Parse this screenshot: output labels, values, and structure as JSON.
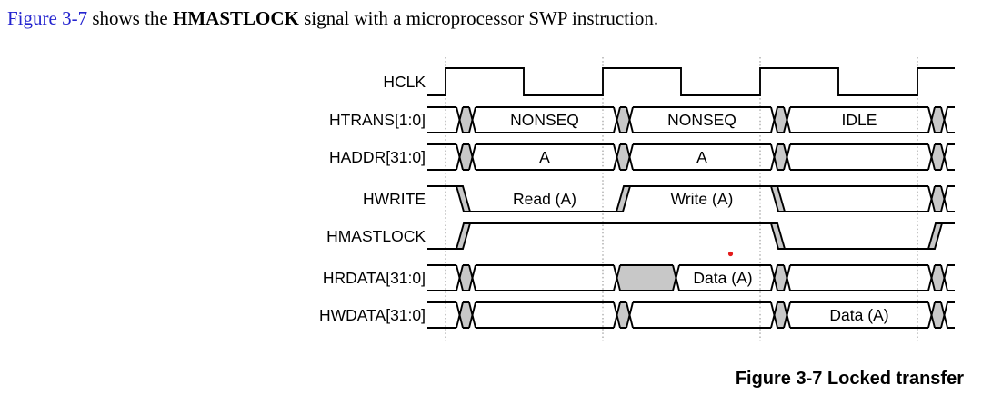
{
  "intro": {
    "link": "Figure 3-7",
    "mid": " shows the ",
    "keyword": "HMASTLOCK",
    "rest": " signal with a microprocessor SWP instruction."
  },
  "caption": "Figure 3-7 Locked transfer",
  "colors": {
    "link_blue": "#2424cf",
    "waveform_line": "#000000",
    "transition_gray": "#c8c8c8",
    "marker_red": "#e31b1b"
  },
  "diagram": {
    "kind": "ahb-timing-diagram",
    "clock_edges": 4,
    "signals": [
      {
        "name": "HCLK",
        "kind": "clock"
      },
      {
        "name": "HTRANS[1:0]",
        "kind": "bus",
        "values": [
          "NONSEQ",
          "NONSEQ",
          "IDLE"
        ]
      },
      {
        "name": "HADDR[31:0]",
        "kind": "bus",
        "values": [
          "A",
          "A",
          ""
        ]
      },
      {
        "name": "HWRITE",
        "kind": "level",
        "values": [
          "Read (A)",
          "Write (A)",
          ""
        ]
      },
      {
        "name": "HMASTLOCK",
        "kind": "level",
        "values": [
          "",
          "",
          ""
        ]
      },
      {
        "name": "HRDATA[31:0]",
        "kind": "bus",
        "values": [
          "",
          "Data (A)",
          ""
        ]
      },
      {
        "name": "HWDATA[31:0]",
        "kind": "bus",
        "values": [
          "",
          "",
          "Data (A)"
        ]
      }
    ]
  }
}
